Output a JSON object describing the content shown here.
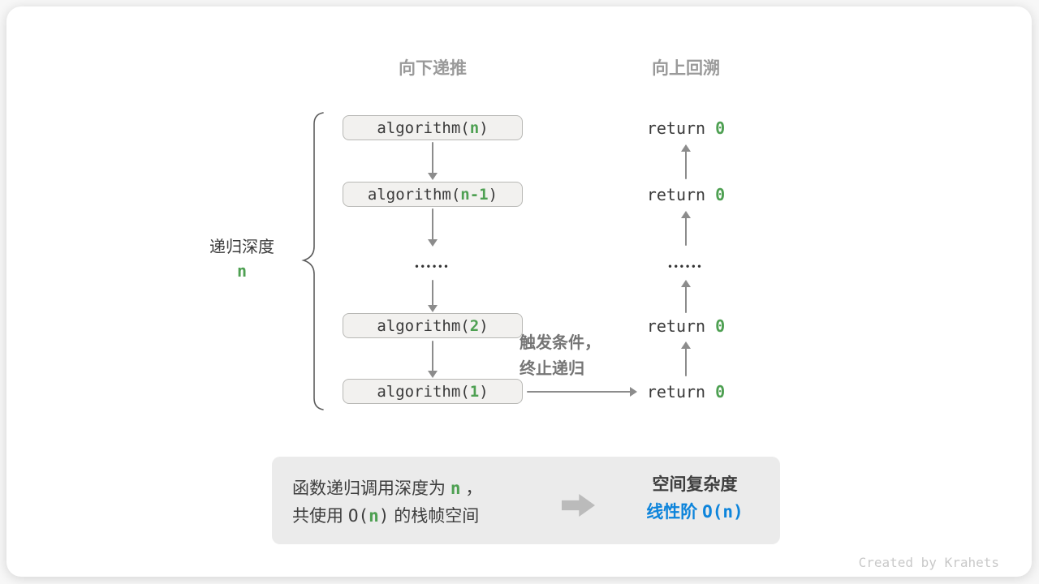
{
  "colors": {
    "green_accent": "#4EA052",
    "blue_accent": "#0D84DB",
    "arrow_gray": "#8C8C8C",
    "header_gray": "#9A9A9A",
    "box_fill": "#F2F1EF",
    "box_border": "#B8B8B5",
    "summary_bg": "#EBEBEB",
    "text_dark": "#3A3A3A"
  },
  "header": {
    "down_label": "向下递推",
    "up_label": "向上回溯"
  },
  "depth": {
    "label": "递归深度",
    "value": "n"
  },
  "calls": [
    {
      "pre": "algorithm(",
      "arg": "n",
      "post": ")"
    },
    {
      "pre": "algorithm(",
      "arg": "n-1",
      "post": ")"
    },
    {
      "pre": "algorithm(",
      "arg": "2",
      "post": ")"
    },
    {
      "pre": "algorithm(",
      "arg": "1",
      "post": ")"
    }
  ],
  "dots": "••••••",
  "returns": [
    {
      "pre": "return ",
      "val": "0"
    },
    {
      "pre": "return ",
      "val": "0"
    },
    {
      "pre": "return ",
      "val": "0"
    },
    {
      "pre": "return ",
      "val": "0"
    }
  ],
  "trigger": {
    "line1": "触发条件，",
    "line2": "终止递归"
  },
  "summary": {
    "line1": {
      "pre": "函数递归调用深度为 ",
      "var": "n",
      "post": " ，"
    },
    "line2": {
      "pre": "共使用 ",
      "code_open": "O(",
      "var": "n",
      "code_close": ")",
      "post": " 的栈帧空间"
    },
    "result_title": "空间复杂度",
    "result_label": "线性阶 ",
    "result_code": "O(n)"
  },
  "credit": "Created by Krahets"
}
